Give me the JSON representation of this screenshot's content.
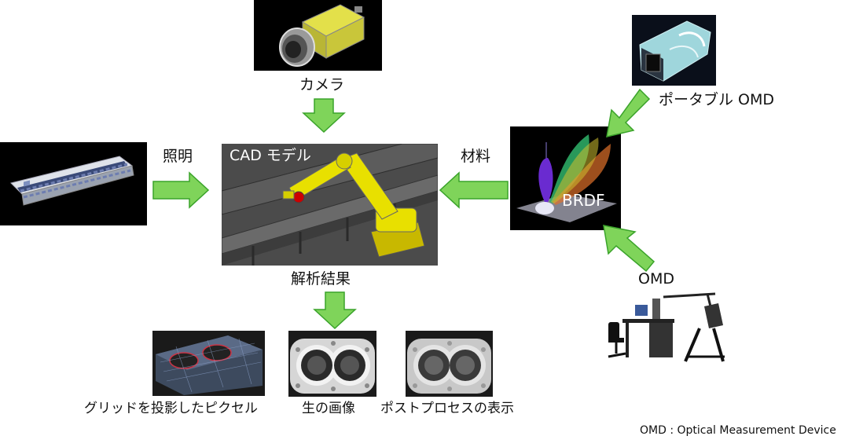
{
  "colors": {
    "arrow_fill": "#7fd45a",
    "arrow_stroke": "#3aa32a",
    "panel_bg": "#000000",
    "robot_yellow": "#e8e000"
  },
  "camera": {
    "label": "カメラ",
    "icon": "industrial-camera"
  },
  "lighting": {
    "label": "照明",
    "icon": "fluorescent-light-fixture"
  },
  "cad": {
    "title": "CAD モデル",
    "icon": "robot-arm-cad-model"
  },
  "material": {
    "label": "材料"
  },
  "brdf": {
    "title": "BRDF"
  },
  "portable_omd": {
    "label": "ポータブル OMD",
    "icon": "portable-omd-device"
  },
  "omd": {
    "label": "OMD",
    "icon": "omd-gantry-rig"
  },
  "results": {
    "label": "解析結果"
  },
  "outputs": [
    {
      "label": "グリッドを投影したピクセル"
    },
    {
      "label": "生の画像"
    },
    {
      "label": "ポストプロセスの表示"
    }
  ],
  "footnote": "OMD : Optical Measurement Device"
}
